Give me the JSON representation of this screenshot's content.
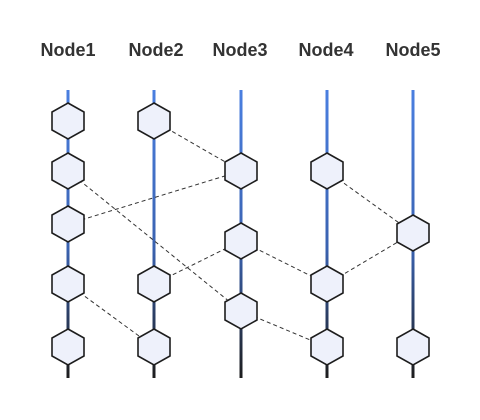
{
  "colors": {
    "background": "#ffffff",
    "line_top": "#4a7fe0",
    "line_bottom": "#1d1d1d",
    "vertex_fill": "#eef1fb",
    "vertex_stroke": "#1d1d1d",
    "link": "#333333",
    "title": "#333333"
  },
  "nodes": [
    {
      "id": "n1",
      "label": "Node1",
      "vertex_count": 5
    },
    {
      "id": "n2",
      "label": "Node2",
      "vertex_count": 3
    },
    {
      "id": "n3",
      "label": "Node3",
      "vertex_count": 3
    },
    {
      "id": "n4",
      "label": "Node4",
      "vertex_count": 3
    },
    {
      "id": "n5",
      "label": "Node5",
      "vertex_count": 2
    }
  ],
  "links": [
    {
      "from": "n2.v1",
      "to": "n3.v1"
    },
    {
      "from": "n1.v3",
      "to": "n3.v1"
    },
    {
      "from": "n1.v2",
      "to": "n3.v3"
    },
    {
      "from": "n2.v2",
      "to": "n3.v2"
    },
    {
      "from": "n1.v4",
      "to": "n2.v3"
    },
    {
      "from": "n3.v2",
      "to": "n4.v2"
    },
    {
      "from": "n3.v3",
      "to": "n4.v3"
    },
    {
      "from": "n4.v1",
      "to": "n5.v1"
    },
    {
      "from": "n4.v2",
      "to": "n5.v1"
    }
  ]
}
